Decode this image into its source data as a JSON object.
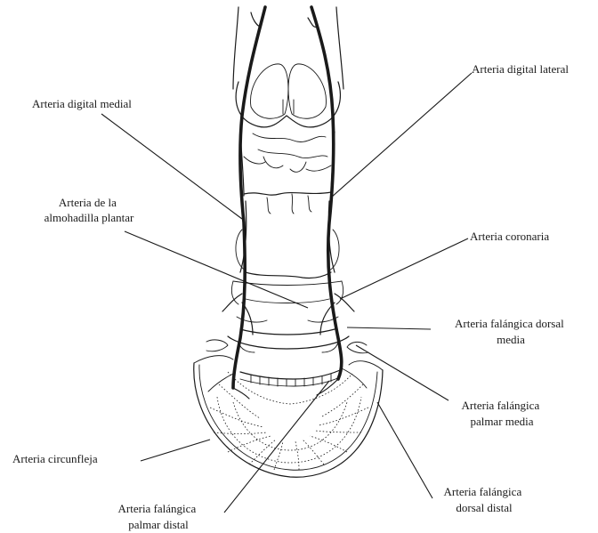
{
  "diagram": {
    "labels": {
      "digital_medial": [
        "Arteria digital medial"
      ],
      "digital_lateral": [
        "Arteria digital lateral"
      ],
      "almohadilla": [
        "Arteria de la",
        "almohadilla plantar"
      ],
      "coronaria": [
        "Arteria coronaria"
      ],
      "falangica_dorsal_media": [
        "Arteria falángica dorsal",
        "media"
      ],
      "falangica_palmar_media": [
        "Arteria falángica",
        "palmar media"
      ],
      "circunfleja": [
        "Arteria circunfleja"
      ],
      "falangica_palmar_distal": [
        "Arteria falángica",
        "palmar distal"
      ],
      "falangica_dorsal_distal": [
        "Arteria falángica",
        "dorsal distal"
      ]
    }
  }
}
